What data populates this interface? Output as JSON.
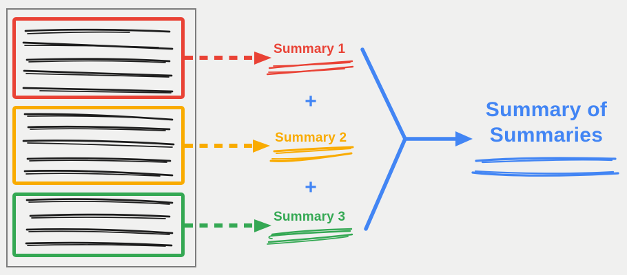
{
  "background": "#f0f0ef",
  "colors": {
    "red": "#e94235",
    "orange": "#f9ab00",
    "green": "#34a853",
    "blue": "#4285f4",
    "ink": "#1c1c1c",
    "frame": "#7c7c7c"
  },
  "source_documents": {
    "boxes": [
      {
        "name": "document-red",
        "accent": "#e94235",
        "text_lines": 5
      },
      {
        "name": "document-orange",
        "accent": "#f9ab00",
        "text_lines": 5
      },
      {
        "name": "document-green",
        "accent": "#34a853",
        "text_lines": 4
      }
    ]
  },
  "summaries": [
    {
      "label": "Summary 1",
      "accent": "#e94235"
    },
    {
      "label": "Summary 2",
      "accent": "#f9ab00"
    },
    {
      "label": "Summary 3",
      "accent": "#34a853"
    }
  ],
  "operator": {
    "plus": "+"
  },
  "result": {
    "line1": "Summary of",
    "line2": "Summaries",
    "accent": "#4285f4"
  }
}
